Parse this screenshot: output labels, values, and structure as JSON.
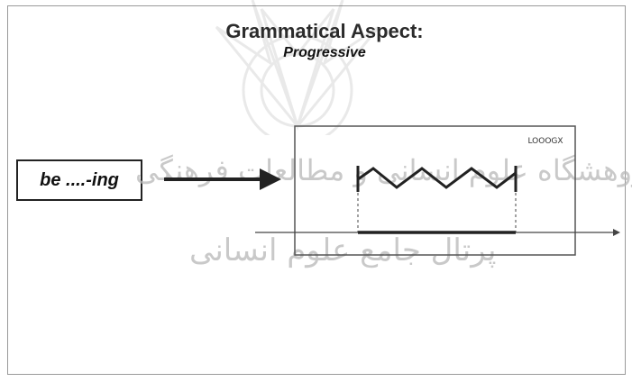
{
  "slide": {
    "title": "Grammatical Aspect:",
    "subtitle": "Progressive",
    "form_label": "be ....-ing",
    "corner_label": "LOOOGX"
  },
  "watermark": {
    "line1": "پژوهشگاه علوم انسانی و مطالعات فرهنگی",
    "line2": "پرتال جامع علوم انسانی"
  },
  "colors": {
    "line": "#222222",
    "frame": "#9a9a9a",
    "box": "#555555",
    "watermark": "#b8b8b8"
  }
}
